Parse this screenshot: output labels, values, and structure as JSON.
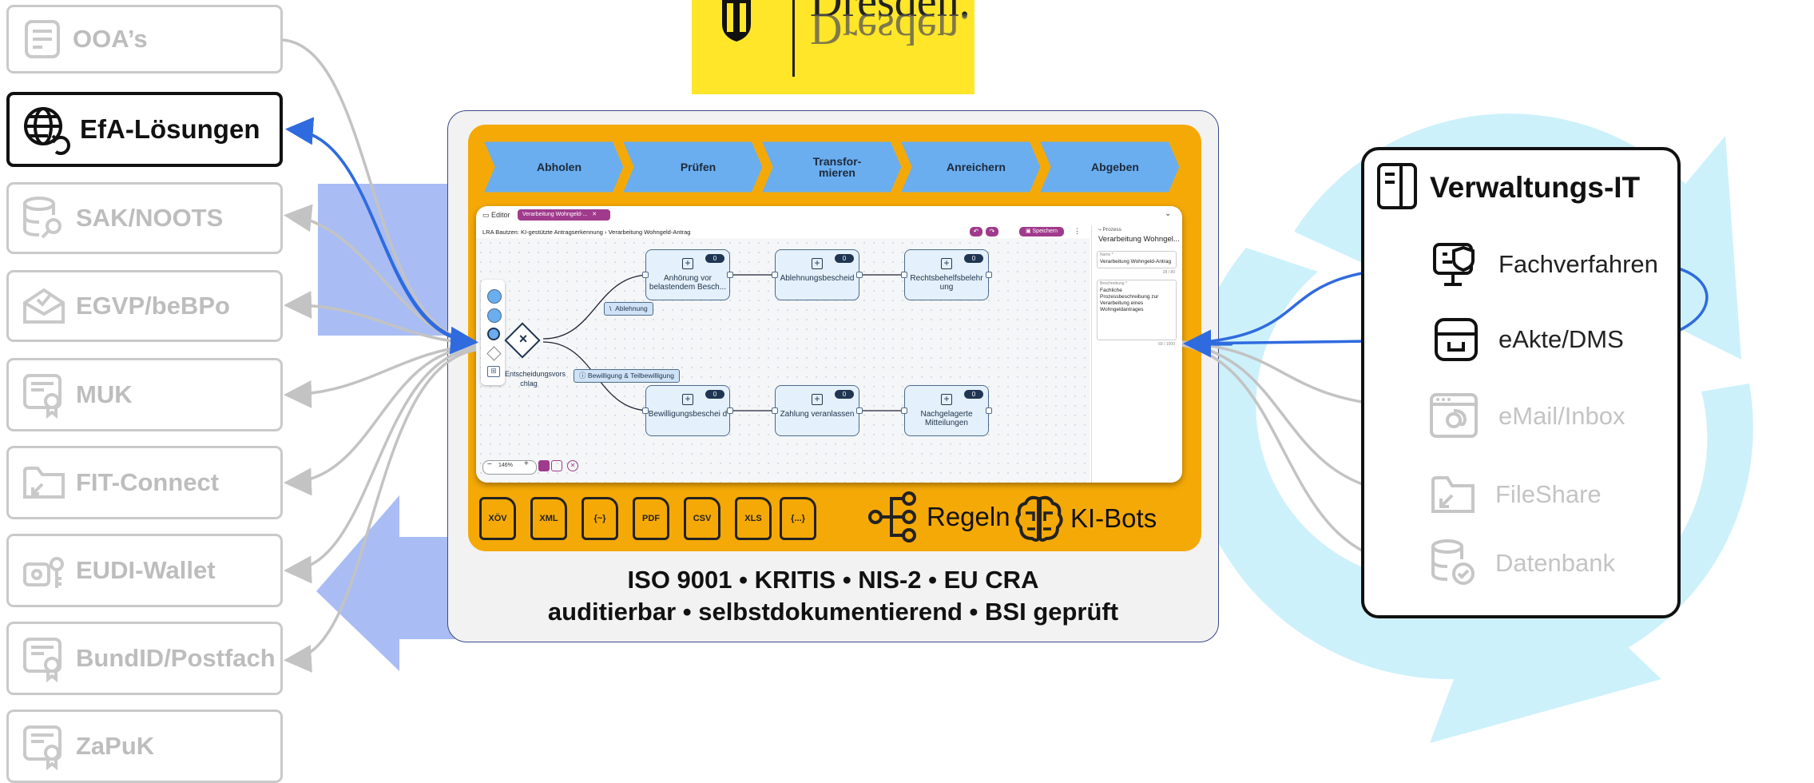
{
  "logo": {
    "text": "Dresden.",
    "mirror_text": "Dresden."
  },
  "left_items": [
    {
      "label": "OOA’s",
      "icon": "form-icon",
      "active": false
    },
    {
      "label": "EfA-Lösungen",
      "icon": "globe-sync-icon",
      "active": true
    },
    {
      "label": "SAK/NOOTS",
      "icon": "database-search-icon",
      "active": false
    },
    {
      "label": "EGVP/beBPo",
      "icon": "envelope-check-icon",
      "active": false
    },
    {
      "label": "MUK",
      "icon": "certificate-icon",
      "active": false
    },
    {
      "label": "FIT-Connect",
      "icon": "folder-import-icon",
      "active": false
    },
    {
      "label": "EUDI-Wallet",
      "icon": "wallet-icon",
      "active": false
    },
    {
      "label": "BundID/Postfach",
      "icon": "certificate-icon",
      "active": false
    },
    {
      "label": "ZaPuK",
      "icon": "certificate-icon",
      "active": false
    }
  ],
  "stages": [
    "Abholen",
    "Prüfen",
    "Transfor-\nmieren",
    "Anreichern",
    "Abgeben"
  ],
  "editor": {
    "tab_label": "Editor",
    "doc_tab": "Verarbeitung Wohngeld-...",
    "breadcrumb": "LRA Bautzen: KI-gestützte Antragserkennung  ›  Verarbeitung Wohngeld-Antrag",
    "save_label": "Speichern",
    "gateway_label": "Entscheidungsvorschlag",
    "gateway_caption_lines": [
      "Entscheidungsvors",
      "chlag"
    ],
    "branch_labels": [
      "Ablehnung",
      "Bewilligung & Teilbewilligung"
    ],
    "chip_text": "0",
    "nodes_top": [
      "Anhörung vor belastendem Besch...",
      "Ablehnungsbescheid",
      "Rechtsbehelfsbelehr ung"
    ],
    "nodes_bottom": [
      "Bewilligungsbeschei d",
      "Zahlung veranlassen",
      "Nachgelagerte Mitteilungen"
    ],
    "zoom": "146%",
    "panel": {
      "header": "Prozess",
      "title": "Verarbeitung Wohngel...",
      "name_label": "Name *",
      "name_value": "Verarbeitung Wohngeld-Antrag",
      "name_count": "28 / 80",
      "desc_label": "Beschreibung *",
      "desc_value": "Fachliche Prozessbeschreibung zur Verarbeitung eines Wohngeldantrages",
      "desc_count": "69 / 1000"
    }
  },
  "file_types": [
    "XÖV",
    "XML",
    "{~}",
    "PDF",
    "CSV",
    "XLS",
    "{...}"
  ],
  "rules_label": "Regeln",
  "bots_label": "KI-Bots",
  "compliance_line1": "ISO 9001 • KRITIS • NIS-2 • EU CRA",
  "compliance_line2": "auditierbar • selbstdokumentierend • BSI geprüft",
  "verwaltung": {
    "title": "Verwaltungs-IT",
    "items": [
      {
        "label": "Fachverfahren",
        "icon": "server-shield-icon",
        "active": true
      },
      {
        "label": "eAkte/DMS",
        "icon": "archive-box-icon",
        "active": true
      },
      {
        "label": "eMail/Inbox",
        "icon": "email-window-icon",
        "active": false
      },
      {
        "label": "FileShare",
        "icon": "folder-import-icon",
        "active": false
      },
      {
        "label": "Datenbank",
        "icon": "database-check-icon",
        "active": false
      }
    ]
  },
  "colors": {
    "accent": "#2f6bdf",
    "orange": "#f5a906",
    "stage": "#6aaef0",
    "cyan": "#cdf1fb",
    "logo_bg": "#ffe629",
    "muted": "#c6c6c6"
  }
}
